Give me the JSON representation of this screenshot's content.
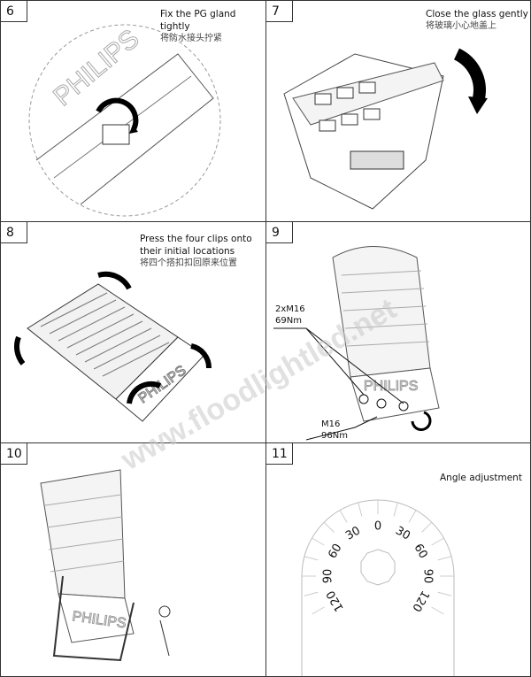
{
  "steps": [
    {
      "number": "6",
      "caption_en": "Fix the PG gland tightly",
      "caption_cn": "将防水接头拧紧"
    },
    {
      "number": "7",
      "caption_en": "Close the glass gently",
      "caption_cn": "将玻璃小心地盖上"
    },
    {
      "number": "8",
      "caption_en_1": "Press the four clips onto",
      "caption_en_2": "their initial locations",
      "caption_cn": "将四个搭扣扣回原来位置"
    },
    {
      "number": "9",
      "bolt_label_1": "2xM16",
      "torque_label_1": "69Nm",
      "bolt_label_2": "M16",
      "torque_label_2": "96Nm"
    },
    {
      "number": "10"
    },
    {
      "number": "11",
      "caption_en": "Angle adjustment",
      "dial_labels": [
        "120",
        "90",
        "60",
        "30",
        "0",
        "30",
        "60",
        "90",
        "120"
      ]
    }
  ],
  "brand": "PHILIPS",
  "watermark": "www.floodlightled.net"
}
